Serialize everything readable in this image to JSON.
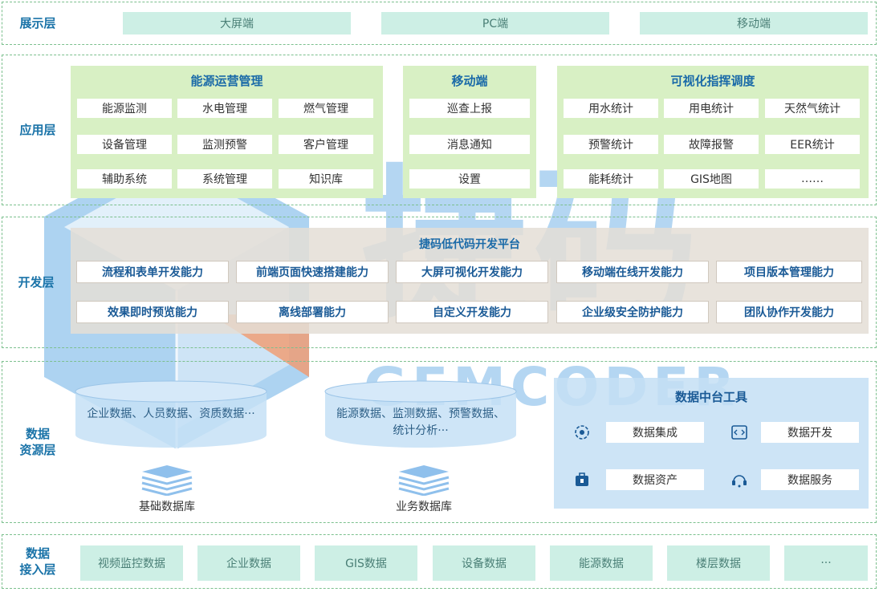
{
  "layers": {
    "presentation": "展示层",
    "application": "应用层",
    "development": "开发层",
    "data_resource": "数据\n资源层",
    "data_access": "数据\n接入层"
  },
  "presentation": [
    "大屏端",
    "PC端",
    "移动端"
  ],
  "application": {
    "energy": {
      "title": "能源运营管理",
      "items": [
        "能源监测",
        "水电管理",
        "燃气管理",
        "设备管理",
        "监测预警",
        "客户管理",
        "辅助系统",
        "系统管理",
        "知识库"
      ]
    },
    "mobile": {
      "title": "移动端",
      "items": [
        "巡查上报",
        "消息通知",
        "设置"
      ]
    },
    "visual": {
      "title": "可视化指挥调度",
      "items": [
        "用水统计",
        "用电统计",
        "天然气统计",
        "预警统计",
        "故障报警",
        "EER统计",
        "能耗统计",
        "GIS地图",
        "……"
      ]
    }
  },
  "development": {
    "title": "捷码低代码开发平台",
    "items": [
      "流程和表单开发能力",
      "前端页面快速搭建能力",
      "大屏可视化开发能力",
      "移动端在线开发能力",
      "项目版本管理能力",
      "效果即时预览能力",
      "离线部署能力",
      "自定义开发能力",
      "企业级安全防护能力",
      "团队协作开发能力"
    ]
  },
  "data_resource": {
    "cylinder1": "企业数据、人员数据、资质数据···",
    "cylinder2": "能源数据、监测数据、预警数据、统计分析···",
    "db1_label": "基础数据库",
    "db2_label": "业务数据库",
    "tools": {
      "title": "数据中台工具",
      "items": [
        {
          "label": "数据集成",
          "icon": "data-integration-icon"
        },
        {
          "label": "数据开发",
          "icon": "data-development-icon"
        },
        {
          "label": "数据资产",
          "icon": "data-asset-icon"
        },
        {
          "label": "数据服务",
          "icon": "data-service-icon"
        }
      ]
    }
  },
  "data_access": [
    "视频监控数据",
    "企业数据",
    "GIS数据",
    "设备数据",
    "能源数据",
    "楼层数据",
    "···"
  ],
  "watermark": {
    "brand_cn": "捷码",
    "brand_en": "GEMCODER"
  },
  "colors": {
    "label_blue": "#1a73a8",
    "mint": "#cdefe5",
    "light_green": "#d8f0c4",
    "light_blue": "#c4dff5",
    "beige": "#e4ded6"
  }
}
